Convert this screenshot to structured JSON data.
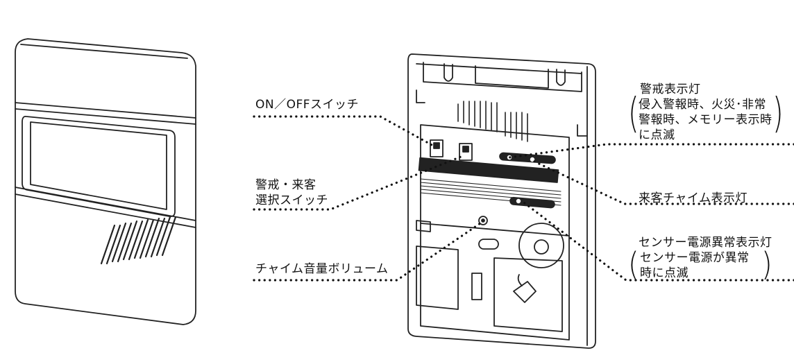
{
  "labels": {
    "on_off_switch": "ON／OFFスイッチ",
    "mode_switch_line1": "警戒・来客",
    "mode_switch_line2": "選択スイッチ",
    "chime_volume": "チャイム音量ボリューム",
    "alarm_lamp_title": "警戒表示灯",
    "alarm_lamp_note_line1": "侵入警報時、火災･非常",
    "alarm_lamp_note_line2": "警報時、メモリー表示時",
    "alarm_lamp_note_line3": "に点滅",
    "chime_lamp": "来客チャイム表示灯",
    "sensor_lamp_title": "センサー電源異常表示灯",
    "sensor_lamp_note_line1": "センサー電源が異常",
    "sensor_lamp_note_line2": "時に点滅"
  }
}
